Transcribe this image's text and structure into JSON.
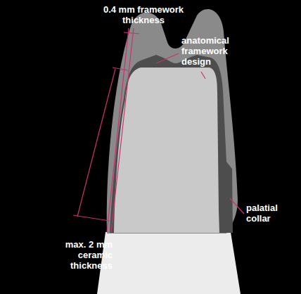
{
  "diagram": {
    "labels": [
      "0.4 mm framework thickness",
      "anatomical framework design",
      "palatial collar",
      "max. 2 mm ceramic thickness"
    ]
  }
}
